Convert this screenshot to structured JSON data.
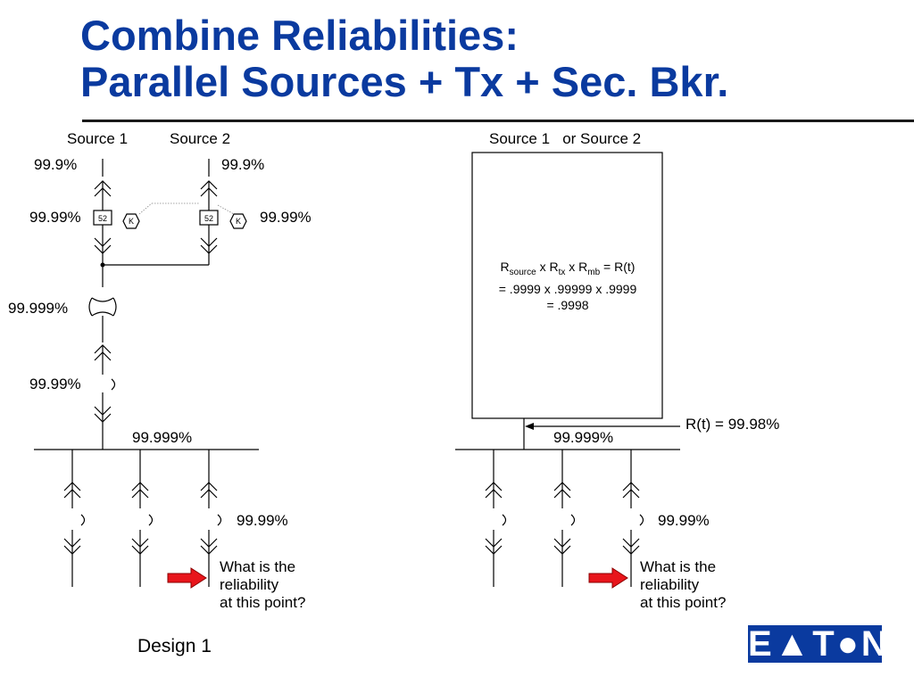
{
  "title": {
    "line1": "Combine Reliabilities:",
    "line2": "Parallel Sources + Tx + Sec. Bkr."
  },
  "left": {
    "source1_label": "Source 1",
    "source2_label": "Source 2",
    "source1_reliability": "99.9%",
    "source2_reliability": "99.9%",
    "breaker1_reliability": "99.99%",
    "breaker2_reliability": "99.99%",
    "breaker_tag": "52",
    "relay_tag": "K",
    "transformer_reliability": "99.999%",
    "main_breaker_reliability": "99.99%",
    "bus_reliability": "99.999%",
    "feeder_reliability": "99.99%",
    "question": [
      "What is the",
      "reliability",
      "at this point?"
    ]
  },
  "right": {
    "source_label": "Source 1   or Source 2",
    "formula_line1_parts": [
      "R",
      "source",
      " x R",
      "tx",
      " x R",
      "mb",
      " = R(t)"
    ],
    "formula_line2": "= .9999 x .99999 x .9999",
    "formula_line3": "= .9998",
    "rt_label": "R(t) = 99.98%",
    "bus_reliability": "99.999%",
    "feeder_reliability": "99.99%",
    "question": [
      "What is the",
      "reliability",
      "at this point?"
    ]
  },
  "footer": {
    "design_label": "Design 1",
    "logo_text": "E▲T●N"
  },
  "colors": {
    "title": "#0a3a9f",
    "arrow": "#e8151b",
    "logo": "#0a3a9f"
  }
}
